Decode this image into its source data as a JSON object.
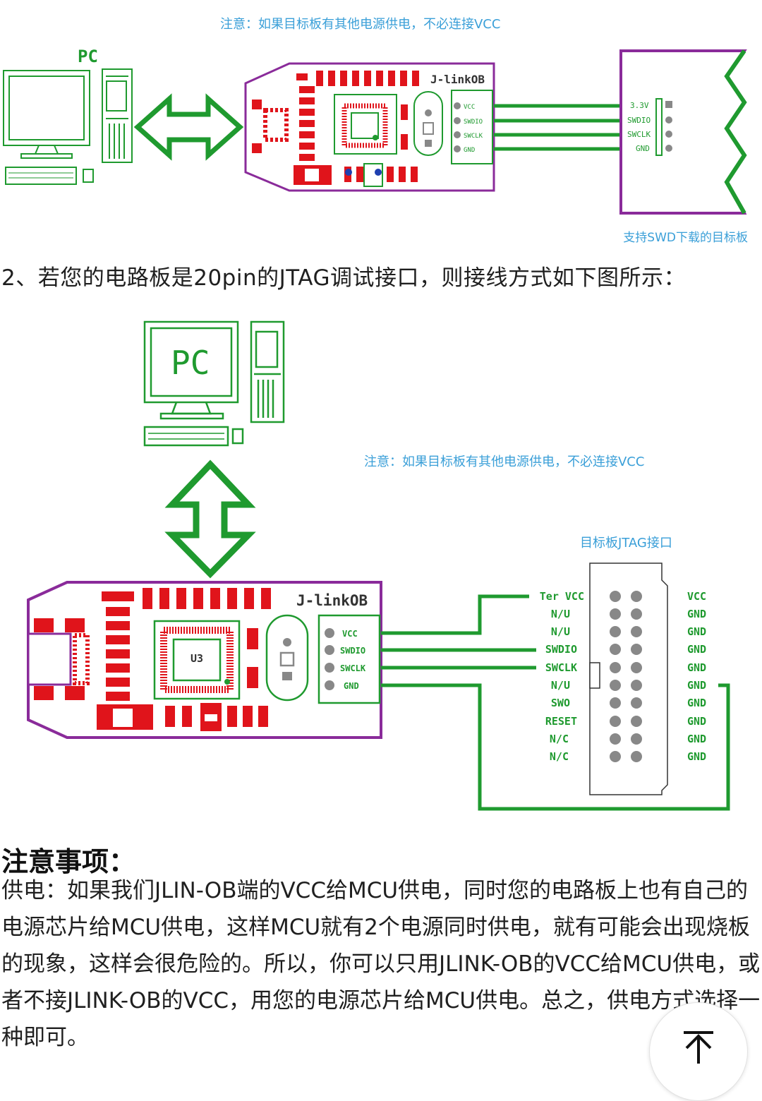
{
  "top_diagram": {
    "note": "注意：如果目标板有其他电源供电，不必连接VCC",
    "pc_label": "PC",
    "board_label": "J-linkOB",
    "board_pins": [
      "VCC",
      "SWDIO",
      "SWCLK",
      "GND"
    ],
    "target_pins": [
      "3.3V",
      "SWDIO",
      "SWCLK",
      "GND"
    ],
    "target_caption": "支持SWD下载的目标板"
  },
  "section_title": "2、若您的电路板是20pin的JTAG调试接口，则接线方式如下图所示：",
  "jtag_diagram": {
    "pc_label": "PC",
    "note": "注意：如果目标板有其他电源供电，不必连接VCC",
    "board_label": "J-linkOB",
    "chip_label": "U3",
    "board_pins": [
      "VCC",
      "SWDIO",
      "SWCLK",
      "GND"
    ],
    "header_caption": "目标板JTAG接口",
    "left_pins": [
      "Ter VCC",
      "N/U",
      "N/U",
      "SWDIO",
      "SWCLK",
      "N/U",
      "SWO",
      "RESET",
      "N/C",
      "N/C"
    ],
    "right_pins": [
      "VCC",
      "GND",
      "GND",
      "GND",
      "GND",
      "GND",
      "GND",
      "GND",
      "GND",
      "GND"
    ]
  },
  "notice": {
    "title": "注意事项：",
    "body": "供电：如果我们JLIN-OB端的VCC给MCU供电，同时您的电路板上也有自己的电源芯片给MCU供电，这样MCU就有2个电源同时供电，就有可能会出现烧板的现象，这样会很危险的。所以，你可以只用JLINK-OB的VCC给MCU供电，或者不接JLINK-OB的VCC，用您的电源芯片给MCU供电。总之，供电方式选择一种即可。"
  },
  "colors": {
    "green": "#1f9a2f",
    "purple": "#8a2b9a",
    "red": "#e0141b",
    "note_blue": "#3a9fd8"
  },
  "back_to_top_icon": "arrow-up-icon"
}
